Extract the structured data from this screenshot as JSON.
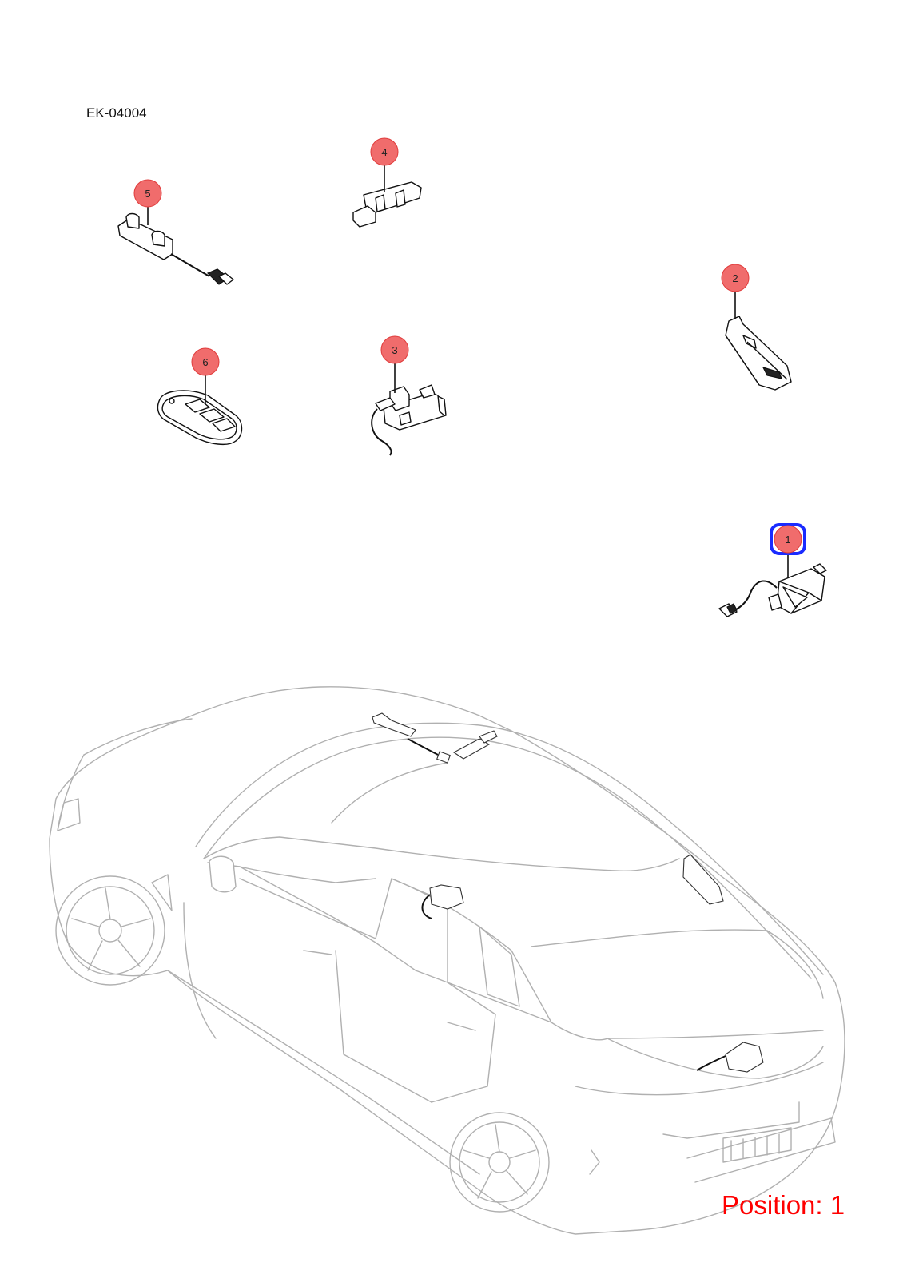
{
  "diagram_code": "EK-04004",
  "position_label": "Position: 1",
  "selected_callout": "1",
  "colors": {
    "callout_fill": "#f06c6c",
    "selection_ring": "#1a2bff",
    "position_text": "#ff0000"
  },
  "callouts": [
    {
      "id": "1",
      "label": "1"
    },
    {
      "id": "2",
      "label": "2"
    },
    {
      "id": "3",
      "label": "3"
    },
    {
      "id": "4",
      "label": "4"
    },
    {
      "id": "5",
      "label": "5"
    },
    {
      "id": "6",
      "label": "6"
    }
  ]
}
